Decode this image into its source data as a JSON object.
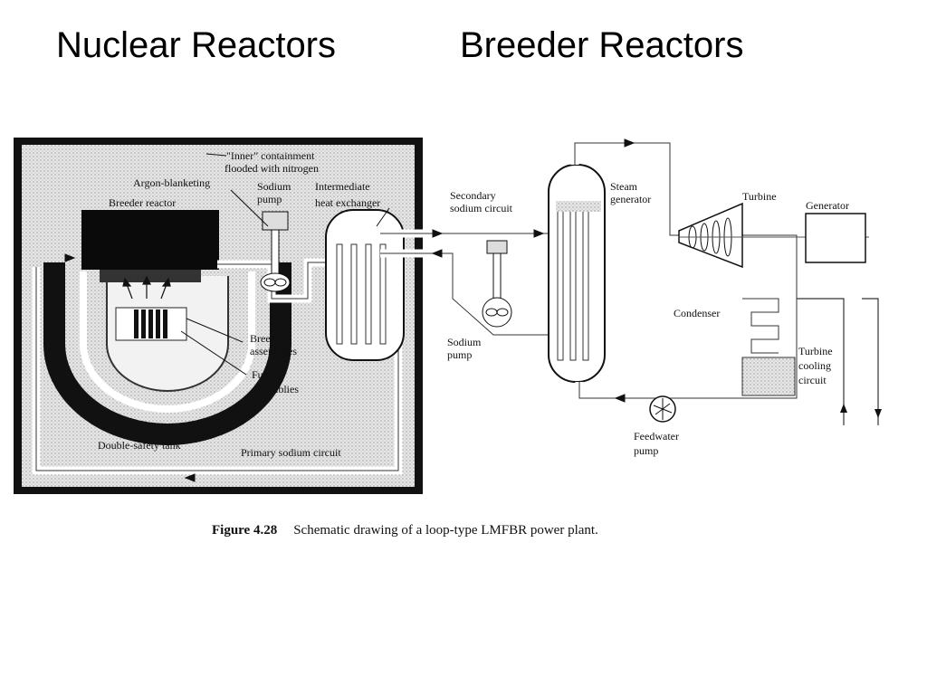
{
  "slide": {
    "title_left": "Nuclear Reactors",
    "title_right": "Breeder Reactors"
  },
  "diagram": {
    "labels": {
      "inner_containment_1": "\"Inner\" containment",
      "inner_containment_2": "flooded with nitrogen",
      "argon_blanketing": "Argon-blanketing",
      "sodium_pump_1": "Sodium",
      "sodium_pump_1b": "pump",
      "breeder_reactor": "Breeder reactor",
      "ihx_1": "Intermediate",
      "ihx_2": "heat exchanger",
      "secondary_1": "Secondary",
      "secondary_2": "sodium circuit",
      "steam_gen_1": "Steam",
      "steam_gen_2": "generator",
      "turbine": "Turbine",
      "generator": "Generator",
      "condenser": "Condenser",
      "breeder_assemblies_1": "Breeder",
      "breeder_assemblies_2": "assemblies",
      "fuel_assemblies_1": "Fuel",
      "fuel_assemblies_2": "assemblies",
      "sodium_pump_2": "Sodium",
      "sodium_pump_2b": "pump",
      "turbine_cooling_1": "Turbine",
      "turbine_cooling_2": "cooling",
      "turbine_cooling_3": "circuit",
      "double_safety_tank": "Double-safety tank",
      "primary_sodium": "Primary sodium circuit",
      "feedwater_1": "Feedwater",
      "feedwater_2": "pump"
    }
  },
  "caption": {
    "figure_no": "Figure 4.28",
    "text": "Schematic drawing of a loop-type LMFBR power plant."
  }
}
